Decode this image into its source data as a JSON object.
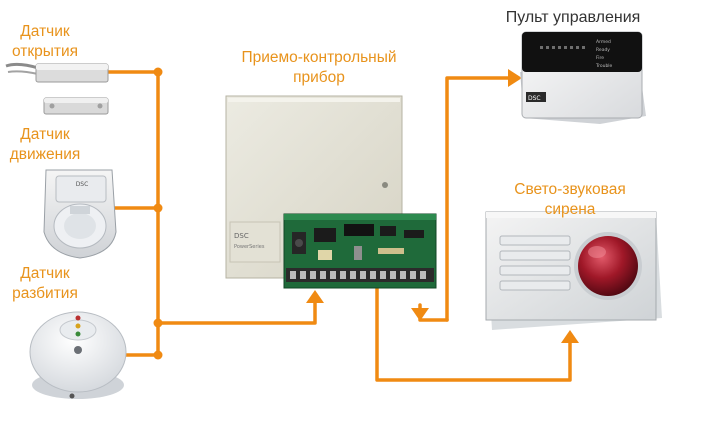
{
  "diagram": {
    "labels": {
      "door_sensor": [
        "Датчик",
        "открытия"
      ],
      "motion_sensor": [
        "Датчик",
        "движения"
      ],
      "glass_sensor": [
        "Датчик",
        "разбития"
      ],
      "control_panel": [
        "Приемо-контрольный",
        "прибор"
      ],
      "keypad": [
        "Пульт управления"
      ],
      "siren": [
        "Свето-звуковая",
        "сирена"
      ]
    },
    "device_texts": {
      "brand": "DSC",
      "panel_name": "PowerSeries",
      "keypad_lines": [
        "Armed",
        "Ready",
        "Fire",
        "Trouble"
      ]
    },
    "colors": {
      "wire": "#f08a12",
      "label": "#e8931c",
      "label_dark": "#333333",
      "enclosure": "#e7e4d8",
      "pcb": "#1f6a3a",
      "siren_lamp": "#a01828"
    }
  }
}
